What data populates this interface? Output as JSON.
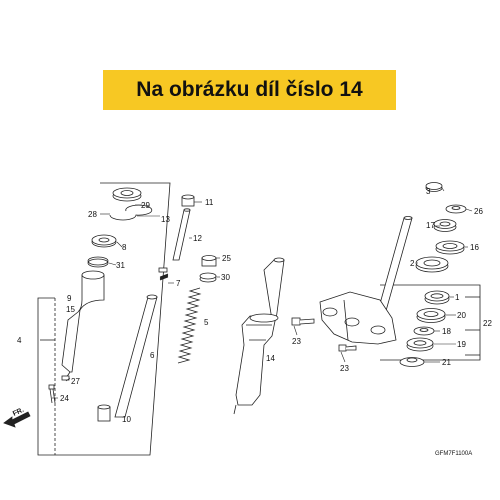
{
  "banner": {
    "text": "Na obrázku díl číslo 14"
  },
  "diagram_code": "GFM7F1100A",
  "direction_label": "FR.",
  "part_labels": {
    "p1": "1",
    "p2": "2",
    "p3": "3",
    "p4": "4",
    "p5": "5",
    "p6": "6",
    "p7": "7",
    "p8": "8",
    "p9": "9",
    "p10": "10",
    "p11": "11",
    "p12": "12",
    "p13": "13",
    "p14": "14",
    "p15": "15",
    "p16": "16",
    "p17": "17",
    "p18": "18",
    "p19": "19",
    "p20": "20",
    "p21": "21",
    "p22": "22",
    "p23a": "23",
    "p23b": "23",
    "p24": "24",
    "p25": "25",
    "p26": "26",
    "p27": "27",
    "p28": "28",
    "p29": "29",
    "p30": "30",
    "p31": "31"
  },
  "colors": {
    "banner_background": "#f7c823",
    "line": "#222222"
  }
}
